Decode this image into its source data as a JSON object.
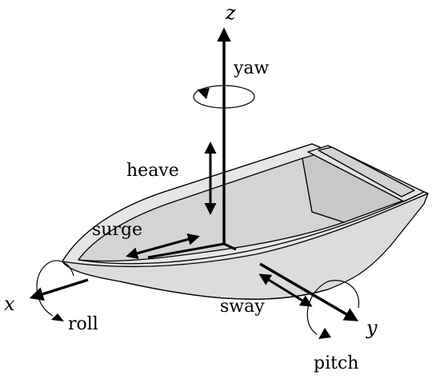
{
  "axes": {
    "x": "x",
    "y": "y",
    "z": "z"
  },
  "motions": {
    "yaw": "yaw",
    "heave": "heave",
    "surge": "surge",
    "sway": "sway",
    "roll": "roll",
    "pitch": "pitch"
  },
  "colors": {
    "hull_fill": "#dcdcdc",
    "line": "#000000",
    "background": "#ffffff"
  }
}
